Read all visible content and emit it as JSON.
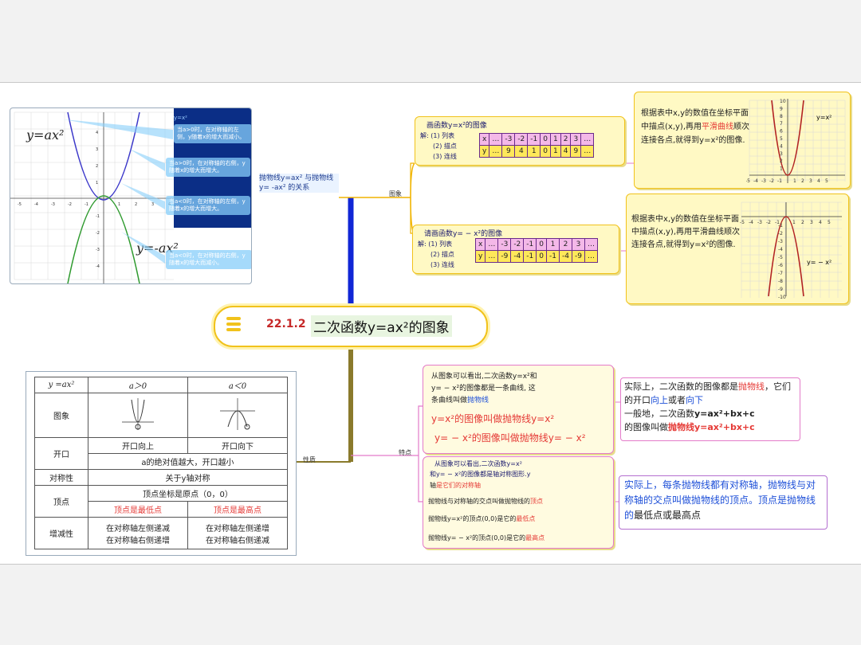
{
  "title": {
    "prefix": "22.1.2",
    "text": "二次函数y=ax²的图象"
  },
  "branches": {
    "graph": "图象",
    "properties": "性质",
    "features": "特点"
  },
  "relation_label": "抛物线y=ax² 与抛物线y= -ax² 的关系",
  "left_figure": {
    "label_top": "y=ax²",
    "label_bottom": "y=-ax²",
    "mini_label": "y=x²",
    "x_ticks": [
      "-5",
      "-4",
      "-3",
      "-2",
      "-1",
      "1",
      "2",
      "3",
      "4",
      "5"
    ],
    "y_ticks": [
      "4",
      "3",
      "2",
      "1",
      "-1",
      "-2",
      "-3",
      "-4"
    ],
    "tips": [
      "当a>0时，在对称轴的左侧，y随着x的增大而减小。",
      "当a>0时，在对称轴的右侧，y随着x的增大而增大。",
      "当a<0时，在对称轴的左侧，y随着x的增大而增大。",
      "当a<0时，在对称轴的右侧，y随着x的增大而减小。"
    ],
    "colors": {
      "up": "#3a36c9",
      "down": "#2e9a2e",
      "panel": "#0b2e86"
    }
  },
  "task1": {
    "heading": "画函数y=x²的图像",
    "steps": [
      "解: (1) 列表",
      "(2) 描点",
      "(3) 连线"
    ],
    "table": {
      "x": [
        "x",
        "…",
        "-3",
        "-2",
        "-1",
        "0",
        "1",
        "2",
        "3",
        "…"
      ],
      "y": [
        "y",
        "…",
        "9",
        "4",
        "1",
        "0",
        "1",
        "4",
        "9",
        "…"
      ]
    }
  },
  "task2": {
    "heading": "请画函数y= − x²的图像",
    "steps": [
      "解: (1) 列表",
      "(2) 描点",
      "(3) 连线"
    ],
    "table": {
      "x": [
        "x",
        "…",
        "-3",
        "-2",
        "-1",
        "0",
        "1",
        "2",
        "3",
        "…"
      ],
      "y": [
        "y",
        "…",
        "-9",
        "-4",
        "-1",
        "0",
        "-1",
        "-4",
        "-9",
        "…"
      ]
    }
  },
  "note1": {
    "text_a": "根据表中x,y的数值在坐标平面中描点(x,y),再用",
    "text_b": "平滑曲线",
    "text_c": "顺次连接各点,就得到y=x²的图像.",
    "graph_label": "y=x²",
    "y_ticks": [
      "10",
      "9",
      "8",
      "7",
      "6",
      "5",
      "4",
      "3",
      "2",
      "1"
    ],
    "x_ticks": [
      "-5",
      "-4",
      "-3",
      "-2",
      "-1",
      "1",
      "2",
      "3",
      "4",
      "5"
    ]
  },
  "note2": {
    "text": "根据表中x,y的数值在坐标平面中描点(x,y),再用平滑曲线顺次连接各点,就得到y=x²的图像.",
    "graph_label": "y= − x²",
    "y_ticks": [
      "-1",
      "-2",
      "-3",
      "-4",
      "-5",
      "-6",
      "-7",
      "-8",
      "-9",
      "-10"
    ],
    "x_ticks": [
      "-5",
      "-4",
      "-3",
      "-2",
      "-1",
      "1",
      "2",
      "3",
      "4",
      "5"
    ]
  },
  "feature1": {
    "line1": "从图象可以看出,二次函数y=x²和",
    "line2": "y= − x²的图像都是一条曲线, 这",
    "line3a": "条曲线叫做",
    "line3b": "抛物线",
    "big1": "y=x²的图像叫做抛物线y=x²",
    "big2": "y= − x²的图像叫做抛物线y= − x²"
  },
  "feature1_note": {
    "a": "实际上，二次函数的图像都是",
    "b": "抛物线",
    "c": "，它们的开口",
    "d": "向上",
    "e": "或者",
    "f": "向下",
    "g": "一般地，二次函数",
    "h": "y=ax²+bx+c",
    "i": "的图像叫做",
    "j": "抛物线y=ax²+bx+c"
  },
  "feature2": {
    "line1": "从图象可以看出,二次函数y=x²",
    "line2": "和y= − x²的图像都是轴对称图形.y",
    "line3a": "轴",
    "line3b": "是它们的对称轴",
    "line4a": "抛物线与对称轴的交点叫做抛物线的",
    "line4b": "顶点",
    "line5a": "抛物线y=x²的顶点(0,0)是它的",
    "line5b": "最低点",
    "line6a": "抛物线y= − x²的顶点(0,0)是它的",
    "line6b": "最高点"
  },
  "feature2_note": {
    "a": "实际上，每条抛物线都有对称轴，抛物线与对称轴的交点叫做抛物线的顶点。顶点是抛物线的",
    "b": "最低点或最高点"
  },
  "props": {
    "head": [
      "y =ax²",
      "a＞0",
      "a＜0"
    ],
    "rows": {
      "image": "图象",
      "opening": "开口",
      "open_pos": "开口向上",
      "open_neg": "开口向下",
      "open_common": "a的绝对值越大，开口越小",
      "symmetry": "对称性",
      "symmetry_val": "关于y轴对称",
      "vertex": "顶点",
      "vertex_val": "顶点坐标是原点（0，0）",
      "vertex_pos": "顶点是最低点",
      "vertex_neg": "顶点是最高点",
      "mono": "增减性",
      "mono_pos_1": "在对称轴左侧递减",
      "mono_pos_2": "在对称轴右侧递增",
      "mono_neg_1": "在对称轴左侧递增",
      "mono_neg_2": "在对称轴右侧递减"
    }
  }
}
